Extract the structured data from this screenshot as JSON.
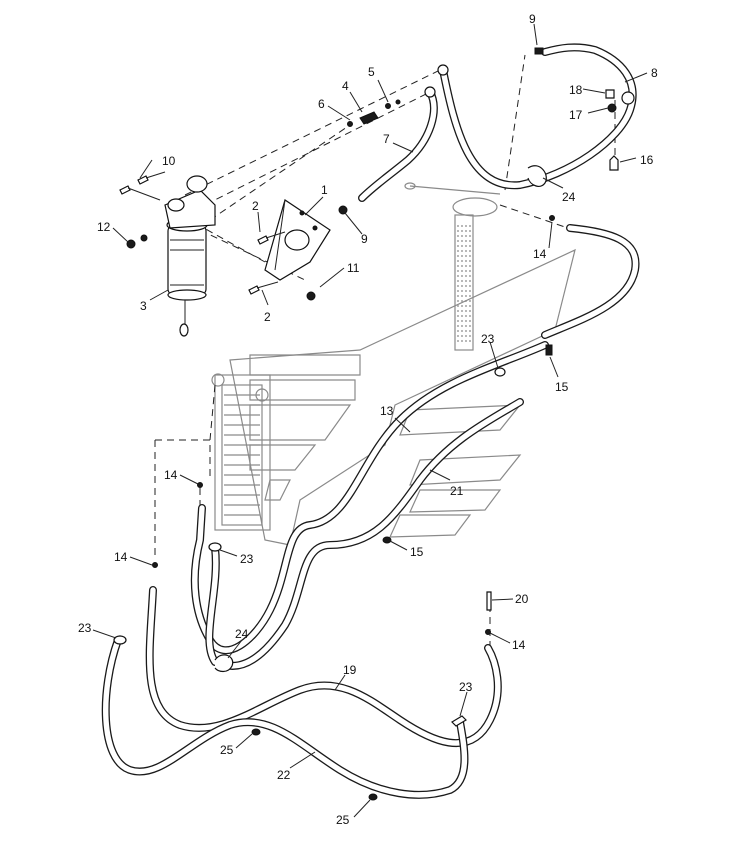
{
  "callouts": {
    "c1": "1",
    "c2a": "2",
    "c2b": "2",
    "c3": "3",
    "c4": "4",
    "c5": "5",
    "c6": "6",
    "c7": "7",
    "c8": "8",
    "c9a": "9",
    "c9b": "9",
    "c10": "10",
    "c11": "11",
    "c12": "12",
    "c13": "13",
    "c14a": "14",
    "c14b": "14",
    "c14c": "14",
    "c14d": "14",
    "c15a": "15",
    "c15b": "15",
    "c16": "16",
    "c17": "17",
    "c18": "18",
    "c19": "19",
    "c20": "20",
    "c21": "21",
    "c22": "22",
    "c23a": "23",
    "c23b": "23",
    "c23c": "23",
    "c23d": "23",
    "c24a": "24",
    "c24b": "24",
    "c25a": "25",
    "c25b": "25"
  }
}
